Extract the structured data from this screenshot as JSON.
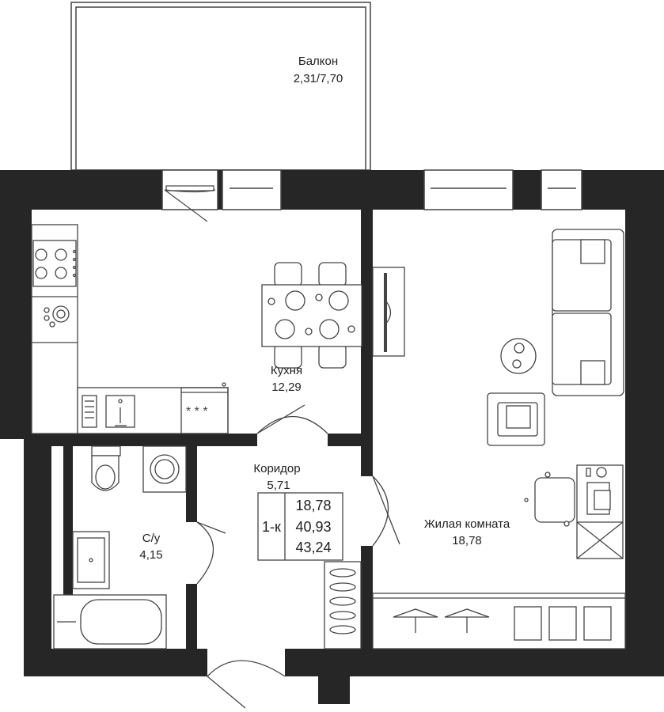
{
  "rooms": {
    "balcony": {
      "name": "Балкон",
      "area": "2,31/7,70"
    },
    "kitchen": {
      "name": "Кухня",
      "area": "12,29"
    },
    "corridor": {
      "name": "Коридор",
      "area": "5,71"
    },
    "bathroom": {
      "name": "С/у",
      "area": "4,15"
    },
    "living": {
      "name": "Жилая комната",
      "area": "18,78"
    }
  },
  "summary": {
    "type": "1-к",
    "living_area": "18,78",
    "total_area": "40,93",
    "total_with_balcony": "43,24"
  },
  "colors": {
    "wall": "#262626",
    "line": "#444444",
    "furniture_fill": "#ffffff"
  }
}
